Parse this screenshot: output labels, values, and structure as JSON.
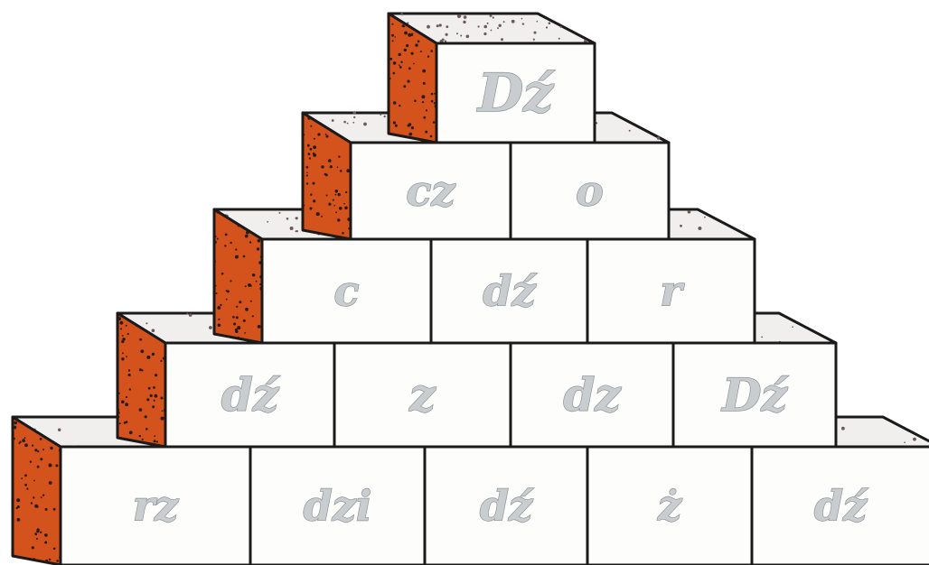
{
  "colors": {
    "brick_front": "#fdfdfb",
    "brick_top": "#f1eeee",
    "brick_side": "#d4521c",
    "outline": "#1a1a1a",
    "letter_fill": "#c9cdd0",
    "letter_stroke": "#8e9499"
  },
  "pyramid": {
    "rows": [
      {
        "bricks": [
          "Dź"
        ]
      },
      {
        "bricks": [
          "cz",
          "o"
        ]
      },
      {
        "bricks": [
          "c",
          "dź",
          "r"
        ]
      },
      {
        "bricks": [
          "dź",
          "z",
          "dz",
          "Dź"
        ]
      },
      {
        "bricks": [
          "rz",
          "dzi",
          "dź",
          "ż",
          "dź"
        ]
      }
    ]
  }
}
